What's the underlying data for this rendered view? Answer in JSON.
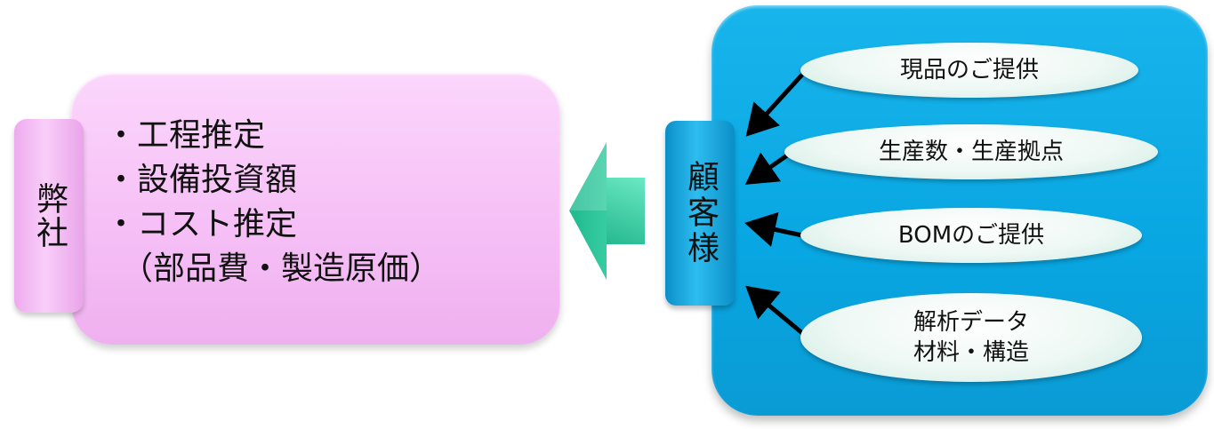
{
  "company": {
    "label": "弊社",
    "items": [
      "・工程推定",
      "・設備投資額",
      "・コスト推定",
      "　（部品費・製造原価）"
    ],
    "color": "#f6c0f6"
  },
  "customer": {
    "label": "顧客様",
    "color": "#08a6e2",
    "inputs": [
      {
        "line1": "現品のご提供",
        "line2": ""
      },
      {
        "line1": "生産数・生産拠点",
        "line2": ""
      },
      {
        "line1": "BOMのご提供",
        "line2": ""
      },
      {
        "line1": "解析データ",
        "line2": "材料・構造"
      }
    ]
  },
  "arrow_color": "#27c79a"
}
